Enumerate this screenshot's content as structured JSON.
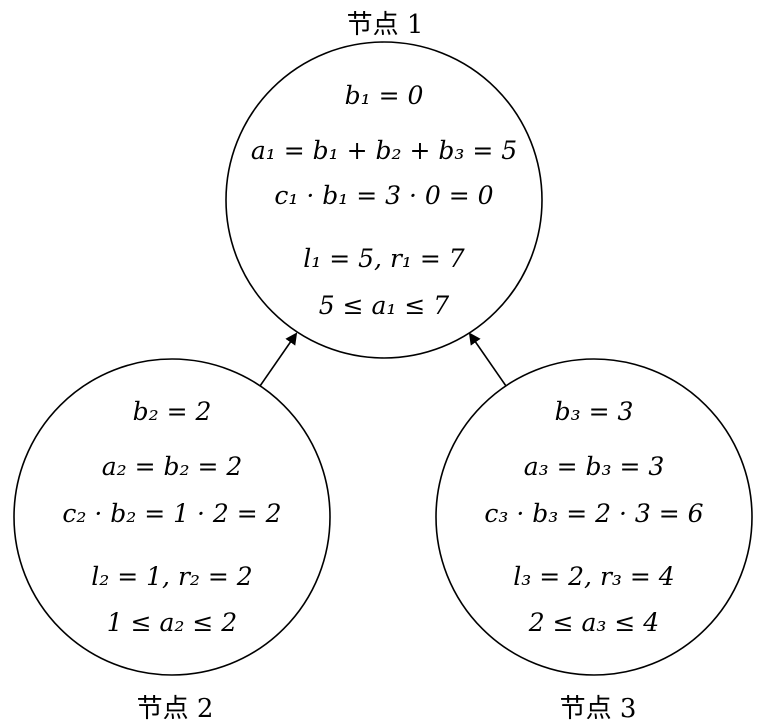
{
  "nodes": [
    {
      "id": "1",
      "title": "节点 1",
      "lines": [
        "b₁ = 0",
        "a₁ = b₁ + b₂ + b₃ = 5",
        "c₁ · b₁ = 3 · 0 = 0",
        "l₁ = 5, r₁ = 7",
        "5 ≤ a₁ ≤ 7"
      ]
    },
    {
      "id": "2",
      "title": "节点 2",
      "lines": [
        "b₂ = 2",
        "a₂ = b₂ = 2",
        "c₂ · b₂ = 1 · 2 = 2",
        "l₂ = 1, r₂ = 2",
        "1 ≤ a₂ ≤ 2"
      ]
    },
    {
      "id": "3",
      "title": "节点 3",
      "lines": [
        "b₃ = 3",
        "a₃ = b₃ = 3",
        "c₃ · b₃ = 2 · 3 = 6",
        "l₃ = 2, r₃ = 4",
        "2 ≤ a₃ ≤ 4"
      ]
    }
  ],
  "edges": [
    {
      "from": "2",
      "to": "1"
    },
    {
      "from": "3",
      "to": "1"
    }
  ]
}
